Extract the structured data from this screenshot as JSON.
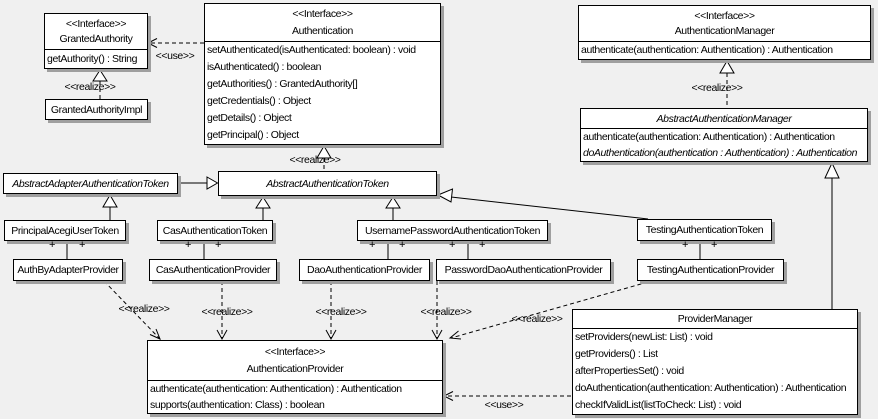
{
  "meta": {
    "background_color": "#f0f0f0",
    "box_fill": "#ffffff",
    "border_color": "#000000",
    "shadow_color": "#9f9f9f"
  },
  "labels": {
    "use": "<<use>>",
    "realize": "<<realize>>",
    "plus": "+"
  },
  "classes": {
    "granted_authority": {
      "stereotype": "<<Interface>>",
      "name": "GrantedAuthority",
      "methods": [
        "getAuthority() : String"
      ]
    },
    "granted_authority_impl": {
      "name": "GrantedAuthorityImpl"
    },
    "authentication": {
      "stereotype": "<<Interface>>",
      "name": "Authentication",
      "methods": [
        "setAuthenticated(isAuthenticated: boolean) : void",
        "isAuthenticated() : boolean",
        "getAuthorities() : GrantedAuthority[]",
        "getCredentials() : Object",
        "getDetails() : Object",
        "getPrincipal() : Object"
      ]
    },
    "authentication_manager": {
      "stereotype": "<<Interface>>",
      "name": "AuthenticationManager",
      "methods": [
        "authenticate(authentication: Authentication) : Authentication"
      ]
    },
    "abstract_authentication_manager": {
      "name": "AbstractAuthenticationManager",
      "methods": [
        "authenticate(authentication: Authentication) : Authentication",
        "doAuthentication(authentication : Authentication) : Authentication"
      ]
    },
    "abstract_adapter_authentication_token": {
      "name": "AbstractAdapterAuthenticationToken"
    },
    "abstract_authentication_token": {
      "name": "AbstractAuthenticationToken"
    },
    "principal_acegi_user_token": {
      "name": "PrincipalAcegiUserToken"
    },
    "cas_authentication_token": {
      "name": "CasAuthenticationToken"
    },
    "username_password_authentication_token": {
      "name": "UsernamePasswordAuthenticationToken"
    },
    "testing_authentication_token": {
      "name": "TestingAuthenticationToken"
    },
    "auth_by_adapter_provider": {
      "name": "AuthByAdapterProvider"
    },
    "cas_authentication_provider": {
      "name": "CasAuthenticationProvider"
    },
    "dao_authentication_provider": {
      "name": "DaoAuthenticationProvider"
    },
    "password_dao_authentication_provider": {
      "name": "PasswordDaoAuthenticationProvider"
    },
    "testing_authentication_provider": {
      "name": "TestingAuthenticationProvider"
    },
    "authentication_provider": {
      "stereotype": "<<Interface>>",
      "name": "AuthenticationProvider",
      "methods": [
        "authenticate(authentication: Authentication) : Authentication",
        "supports(authentication: Class) : boolean"
      ]
    },
    "provider_manager": {
      "name": "ProviderManager",
      "methods": [
        "setProviders(newList: List) : void",
        "getProviders() : List",
        "afterPropertiesSet() : void",
        "doAuthentication(authentication: Authentication) : Authentication",
        "checkIfValidList(listToCheck: List) : void"
      ]
    }
  }
}
